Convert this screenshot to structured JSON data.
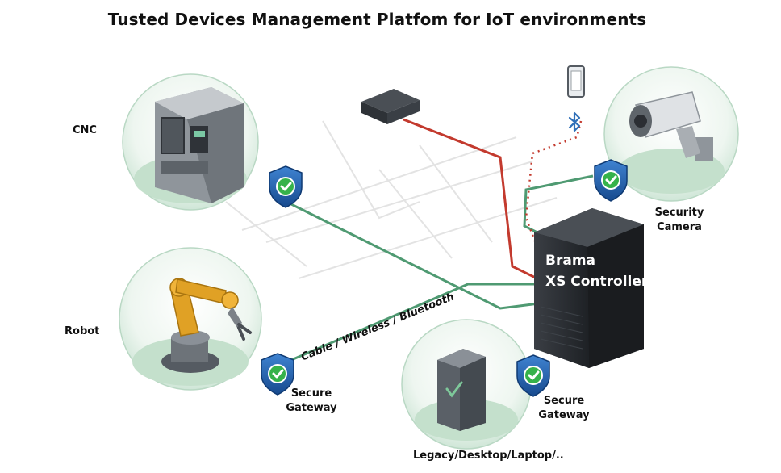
{
  "title": "Tusted Devices Management Platfom for IoT environments",
  "nodes": {
    "cnc": "CNC",
    "robot": "Robot",
    "camera_line1": "Security",
    "camera_line2": "Camera",
    "gateway_left_line1": "Secure",
    "gateway_left_line2": "Gateway",
    "gateway_right_line1": "Secure",
    "gateway_right_line2": "Gateway",
    "legacy": "Legacy/Desktop/Laptop/..",
    "controller_line1": "Brama",
    "controller_line2": "XS Controller"
  },
  "link_label": "Cable  / Wireless / Bluetooth",
  "colors": {
    "secure_link": "#4f9a72",
    "insecure_link": "#c33a2e",
    "shield": "#1f5aa6",
    "check": "#36b24a",
    "bubble": "#d9ece0",
    "controller": "#2b2e33"
  },
  "icons": [
    "shield-check-icon",
    "bluetooth-icon",
    "smartphone-icon",
    "cnc-machine-icon",
    "robot-arm-icon",
    "security-camera-icon",
    "server-tower-icon",
    "network-switch-icon"
  ]
}
